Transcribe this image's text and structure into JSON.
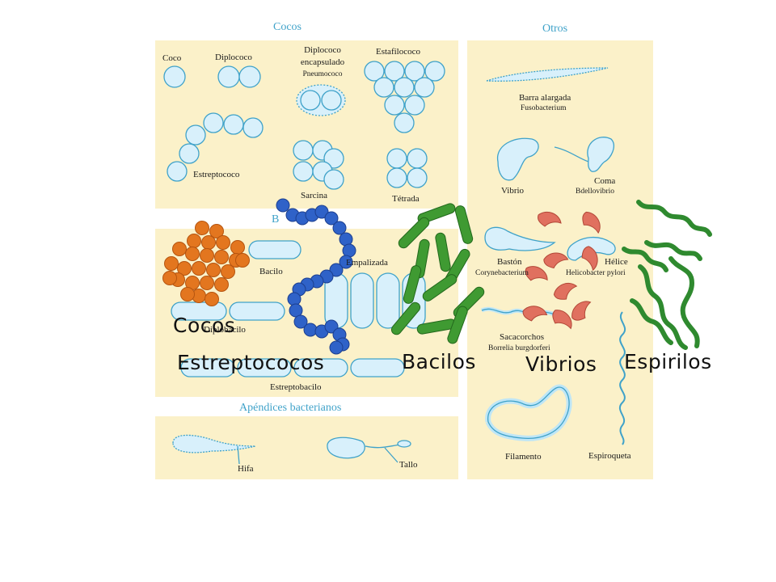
{
  "colors": {
    "panel": "#fbf1c9",
    "cell_fill": "#d8f0fb",
    "cell_stroke": "#3fa2c9",
    "heading": "#3fa2c9",
    "cocos": "#e3761f",
    "estreptococos": "#2f62c8",
    "bacilos": "#3f9a32",
    "vibrios": "#e0705f",
    "espirilos": "#2f8a2f"
  },
  "headings": {
    "cocos": "Cocos",
    "otros": "Otros",
    "apendices": "Apéndices bacterianos",
    "bacilos_hidden": "B"
  },
  "cocos_panel": {
    "coco": "Coco",
    "diplococo": "Diplococo",
    "diplococo_encapsulado_1": "Diplococo",
    "diplococo_encapsulado_2": "encapsulado",
    "pneumococo": "Pneumococo",
    "estafilococo": "Estafilococo",
    "estreptococo": "Estreptococo",
    "sarcina": "Sarcina",
    "tetrada": "Tétrada"
  },
  "bacilos_panel": {
    "bacilo": "Bacilo",
    "empalizada": "Empalizada",
    "diplobacilo": "Diplobacilo",
    "estreptobacilo": "Estreptobacilo"
  },
  "otros_panel": {
    "barra_alargada": "Barra alargada",
    "fusobacterium": "Fusobacterium",
    "vibrio": "Vibrio",
    "coma": "Coma",
    "bdellovibrio": "Bdellovibrio",
    "baston": "Bastón",
    "corynebacterium": "Corynebacterium",
    "helice": "Hélice",
    "helicobacter": "Helicobacter pylori",
    "sacacorchos": "Sacacorchos",
    "borrelia": "Borrelia burgdorferi",
    "filamento": "Filamento",
    "espiroqueta": "Espiroqueta"
  },
  "apendices_panel": {
    "hifa": "Hifa",
    "tallo": "Tallo"
  },
  "overlay_labels": {
    "cocos": "Cocos",
    "estreptococos": "Estreptococos",
    "bacilos": "Bacilos",
    "vibrios": "Vibrios",
    "espirilos": "Espirilos"
  }
}
